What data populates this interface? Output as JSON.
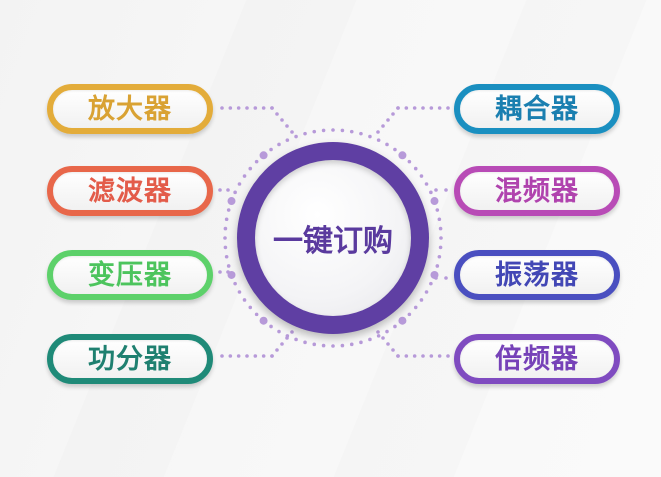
{
  "center": {
    "label": "一键订购",
    "color": "#5f3fa3"
  },
  "left_items": [
    {
      "label": "放大器",
      "color": "#e3ac3a",
      "text_color": "#d9a233"
    },
    {
      "label": "滤波器",
      "color": "#e8674a",
      "text_color": "#e35c4a"
    },
    {
      "label": "变压器",
      "color": "#5dd16a",
      "text_color": "#4cc45d"
    },
    {
      "label": "功分器",
      "color": "#1f8a78",
      "text_color": "#1f8070"
    }
  ],
  "right_items": [
    {
      "label": "耦合器",
      "color": "#1a8fc0",
      "text_color": "#1a7fb0"
    },
    {
      "label": "混频器",
      "color": "#b84bb6",
      "text_color": "#b043ae"
    },
    {
      "label": "振荡器",
      "color": "#4a4fc0",
      "text_color": "#4247b5"
    },
    {
      "label": "倍频器",
      "color": "#7f4bc0",
      "text_color": "#7642b8"
    }
  ],
  "dot_color": "#b79ad9"
}
